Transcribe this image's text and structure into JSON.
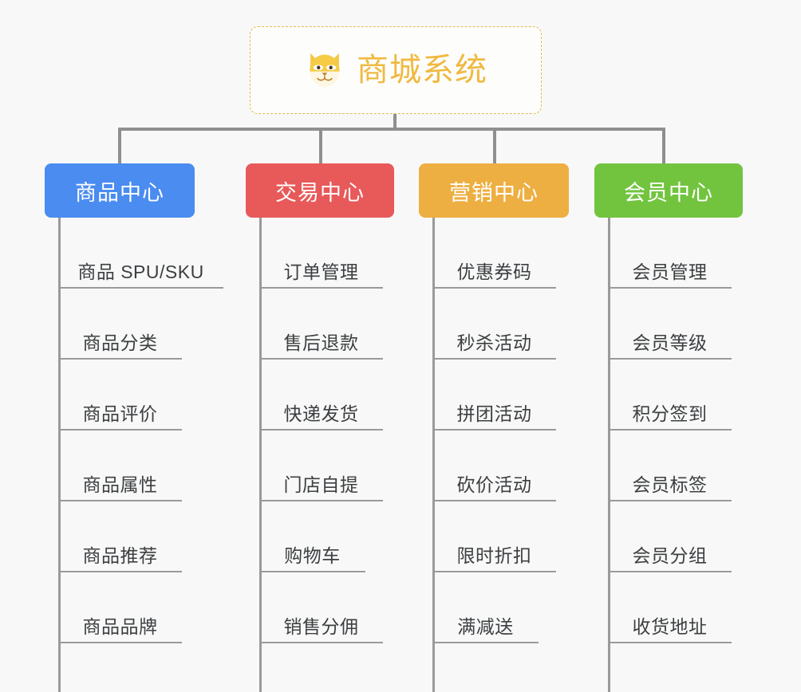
{
  "diagram": {
    "title": "商城系统",
    "root": {
      "label": "商城系统",
      "icon": "shiba-dog-emoji",
      "border_color": "#e8b84b",
      "text_color": "#f0b940",
      "background": "#fdfdfc"
    },
    "background_color": "#f8f8f8",
    "connector_color": "#8f8f8f",
    "leaf_line_color": "#9a9a9a",
    "leaf_text_color": "#3c3f41",
    "categories": [
      {
        "label": "商品中心",
        "color": "#4a8cf0",
        "items": [
          "商品 SPU/SKU",
          "商品分类",
          "商品评价",
          "商品属性",
          "商品推荐",
          "商品品牌"
        ]
      },
      {
        "label": "交易中心",
        "color": "#e8595a",
        "items": [
          "订单管理",
          "售后退款",
          "快递发货",
          "门店自提",
          "购物车",
          "销售分佣"
        ]
      },
      {
        "label": "营销中心",
        "color": "#edaf41",
        "items": [
          "优惠券码",
          "秒杀活动",
          "拼团活动",
          "砍价活动",
          "限时折扣",
          "满减送"
        ]
      },
      {
        "label": "会员中心",
        "color": "#72c43f",
        "items": [
          "会员管理",
          "会员等级",
          "积分签到",
          "会员标签",
          "会员分组",
          "收货地址"
        ]
      }
    ]
  }
}
